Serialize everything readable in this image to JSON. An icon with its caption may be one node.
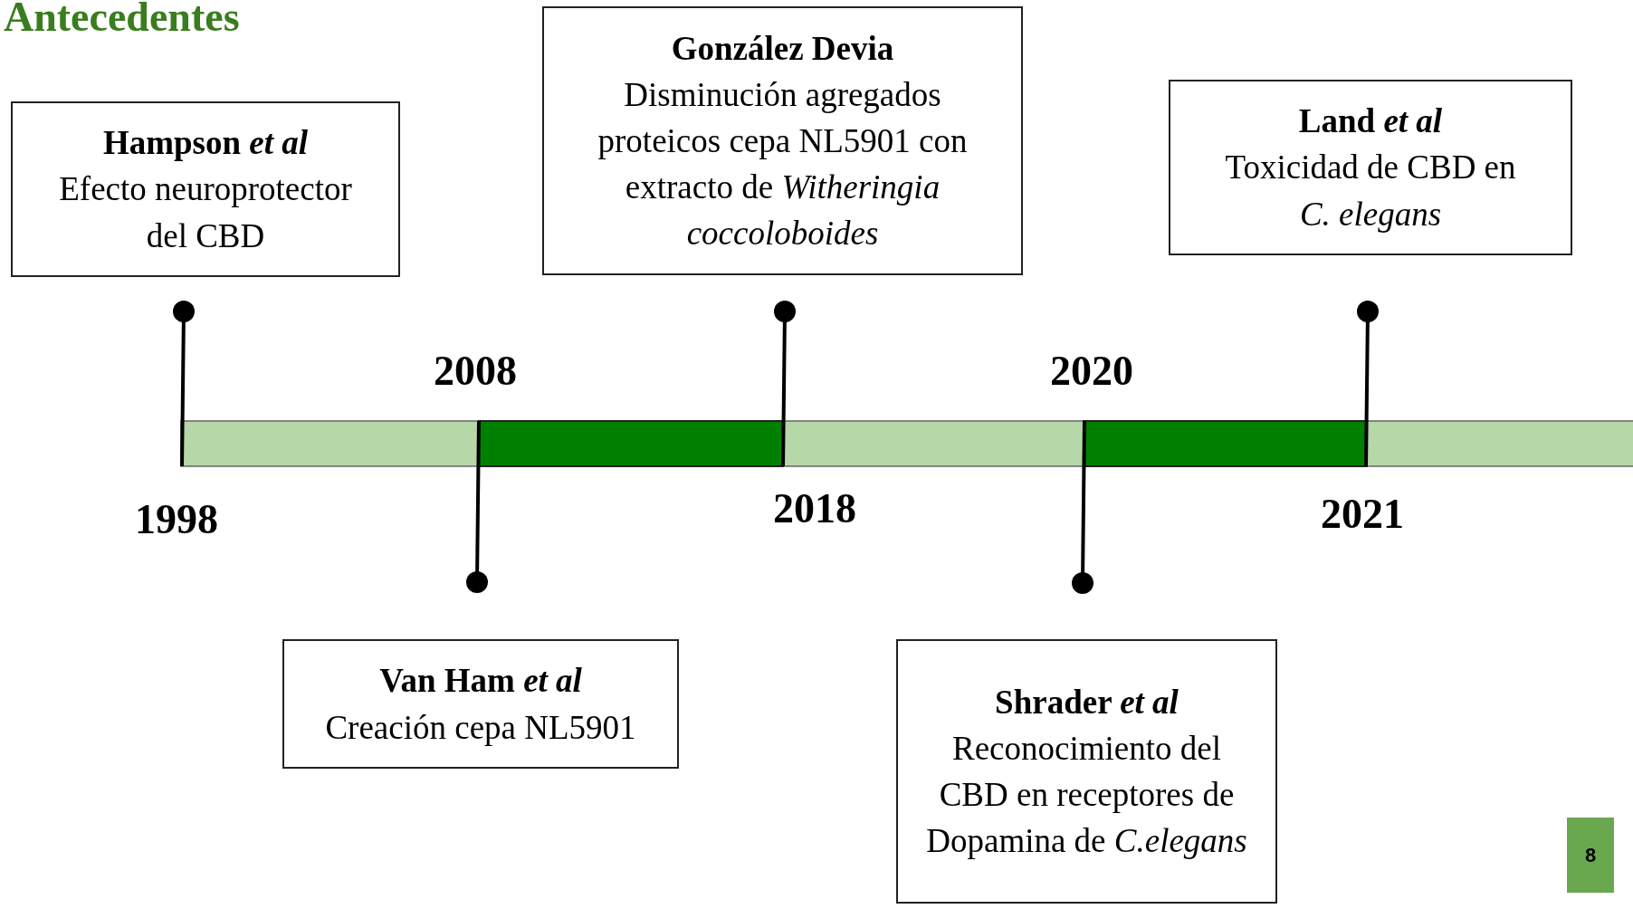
{
  "diagram": {
    "title": "Antecedentes",
    "nodes": [
      {
        "text": [
          "Hampson *et al*",
          "Efecto neuroprotector del CBD"
        ]
      },
      {
        "text": [
          "González Devia",
          "Disminución agregados proteicos cepa NL5901 con extracto de *Witheringia coccoloboides*"
        ]
      },
      {
        "text": [
          "Land *et al*",
          "Toxicidad de CBD en *C. elegans*"
        ]
      },
      {
        "text": [
          "Van Ham *et al*",
          "Creación cepa NL5901"
        ]
      },
      {
        "text": [
          "Shrader *et al*",
          "Reconocimiento del CBD en receptores de Dopamina de *C.elegans*"
        ]
      }
    ],
    "labels": [
      "2008",
      "2020",
      "1998",
      "2018",
      "2021",
      "8"
    ]
  }
}
